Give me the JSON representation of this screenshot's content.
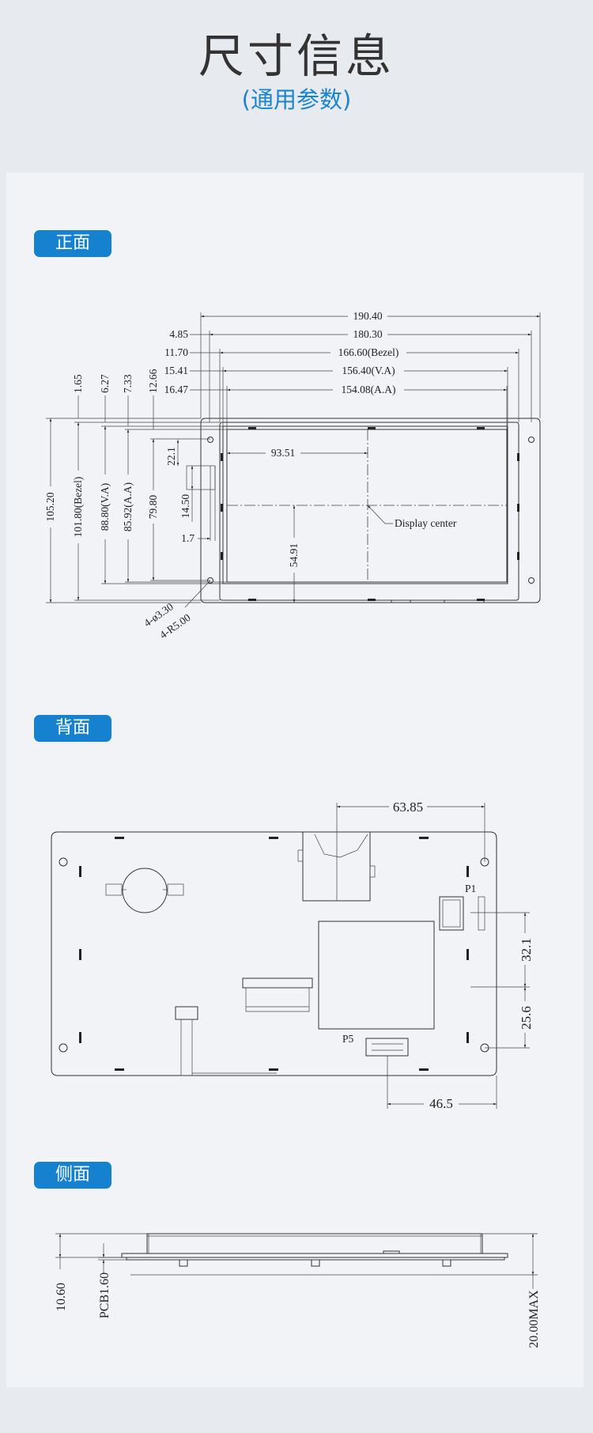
{
  "header": {
    "title": "尺寸信息",
    "subtitle": "(通用参数)"
  },
  "sections": {
    "front": "正面",
    "back": "背面",
    "side": "侧面"
  },
  "front": {
    "top_dims": [
      "190.40",
      "180.30",
      "166.60(Bezel)",
      "156.40(V.A)",
      "154.08(A.A)"
    ],
    "top_offsets": [
      "4.85",
      "11.70",
      "15.41",
      "16.47"
    ],
    "left_offsets": [
      "1.65",
      "6.27",
      "7.33",
      "12.66"
    ],
    "left_dims": [
      "105.20",
      "101.80(Bezel)",
      "88.80(V.A)",
      "85.92(A.A)",
      "79.80"
    ],
    "inner": {
      "d1": "22.1",
      "d2": "14.50",
      "d3": "1.7",
      "horiz": "93.51",
      "vert": "54.91",
      "center_label": "Display center"
    },
    "holes": [
      "4-ø3.30",
      "4-R5.00"
    ]
  },
  "back": {
    "dims": [
      "63.85",
      "32.1",
      "25.6",
      "46.5"
    ],
    "labels": [
      "P1",
      "P5"
    ]
  },
  "side": {
    "dims": [
      "10.60",
      "PCB1.60",
      "20.00MAX"
    ]
  },
  "colors": {
    "accent": "#1581cf",
    "subtitle": "#1a84cf",
    "page_bg": "#e7eaee",
    "panel_bg": "#f1f3f6"
  }
}
